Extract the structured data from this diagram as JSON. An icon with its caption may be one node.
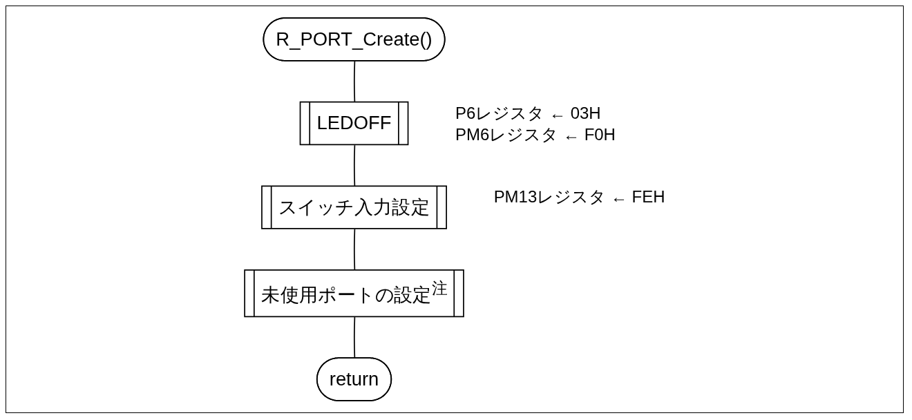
{
  "diagram": {
    "nodes": [
      {
        "text": [
          "R_PORT_Create()"
        ]
      },
      {
        "text": [
          "LEDOFF"
        ],
        "beside": [
          "P6レジスタ ← 03H",
          "PM6レジスタ ← F0H"
        ]
      },
      {
        "text": [
          "スイッチ入力設定"
        ],
        "beside": [
          "PM13レジスタ ← FEH"
        ]
      },
      {
        "text": [
          "未使用ポートの設定$^{注}$"
        ]
      },
      {
        "text": [
          "return"
        ]
      }
    ],
    "edges": [
      {
        "from": 0,
        "to": 1,
        "arrow": "none"
      },
      {
        "from": 1,
        "to": 2,
        "arrow": "none"
      },
      {
        "from": 2,
        "to": 3,
        "arrow": "none"
      },
      {
        "from": 3,
        "to": 4,
        "arrow": "none"
      }
    ]
  }
}
